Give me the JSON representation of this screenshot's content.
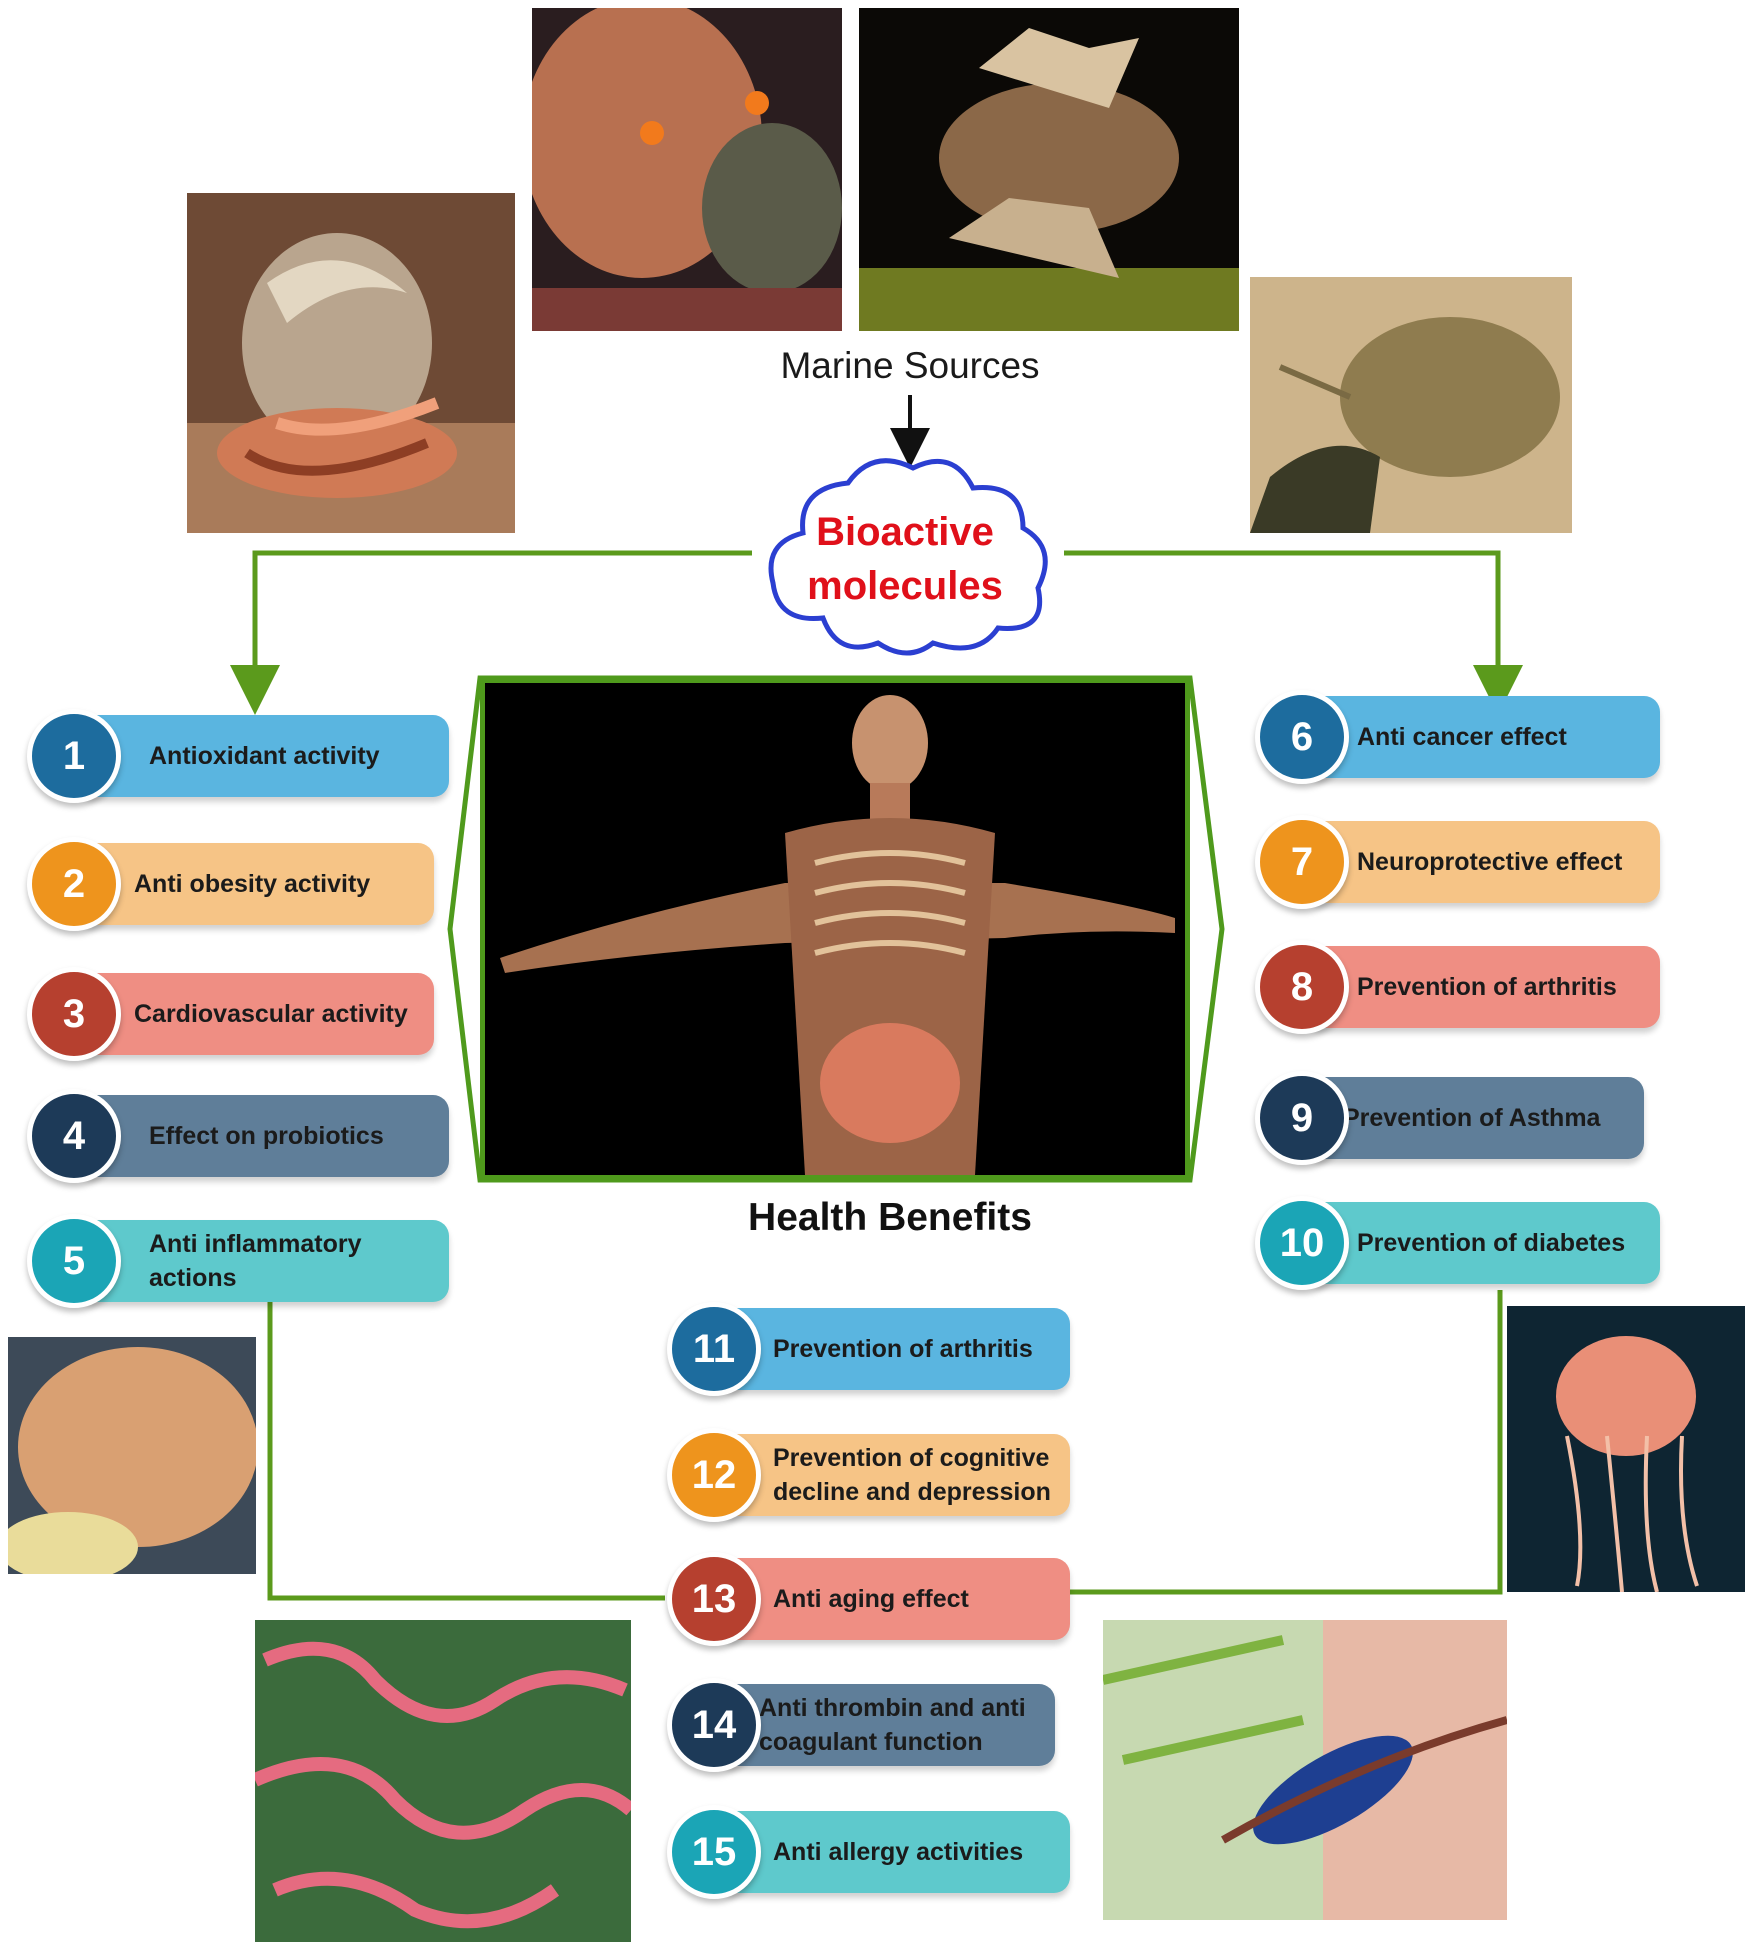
{
  "marine_sources_label": "Marine Sources",
  "bioactive": {
    "line1": "Bioactive",
    "line2": "molecules"
  },
  "health_benefits_label": "Health Benefits",
  "colors": {
    "connector": "#5b9a1c",
    "cloud_outline": "#2b3fd1",
    "bioactive_text": "#e0101a"
  },
  "photos": [
    "hermit-crab-photo",
    "sea-anemone-clownfish-photo",
    "lionfish-photo",
    "horseshoe-crab-photo",
    "soft-coral-photo",
    "jellyfish-photo",
    "red-green-seaweed-photo",
    "blue-shrimp-photo",
    "human-anatomy-photo"
  ],
  "benefits_left": [
    {
      "num": "1",
      "label": "Antioxidant activity"
    },
    {
      "num": "2",
      "label": "Anti obesity activity"
    },
    {
      "num": "3",
      "label": "Cardiovascular activity"
    },
    {
      "num": "4",
      "label": "Effect on probiotics"
    },
    {
      "num": "5",
      "label": "Anti inflammatory actions"
    }
  ],
  "benefits_right": [
    {
      "num": "6",
      "label": "Anti cancer effect"
    },
    {
      "num": "7",
      "label": "Neuroprotective effect"
    },
    {
      "num": "8",
      "label": "Prevention of arthritis"
    },
    {
      "num": "9",
      "label": "Prevention of Asthma"
    },
    {
      "num": "10",
      "label": "Prevention of diabetes"
    }
  ],
  "benefits_bottom": [
    {
      "num": "11",
      "label": "Prevention of arthritis"
    },
    {
      "num": "12",
      "label": "Prevention of cognitive decline and depression"
    },
    {
      "num": "13",
      "label": "Anti aging effect"
    },
    {
      "num": "14",
      "label": "Anti thrombin and anti coagulant function"
    },
    {
      "num": "15",
      "label": "Anti allergy activities"
    }
  ]
}
